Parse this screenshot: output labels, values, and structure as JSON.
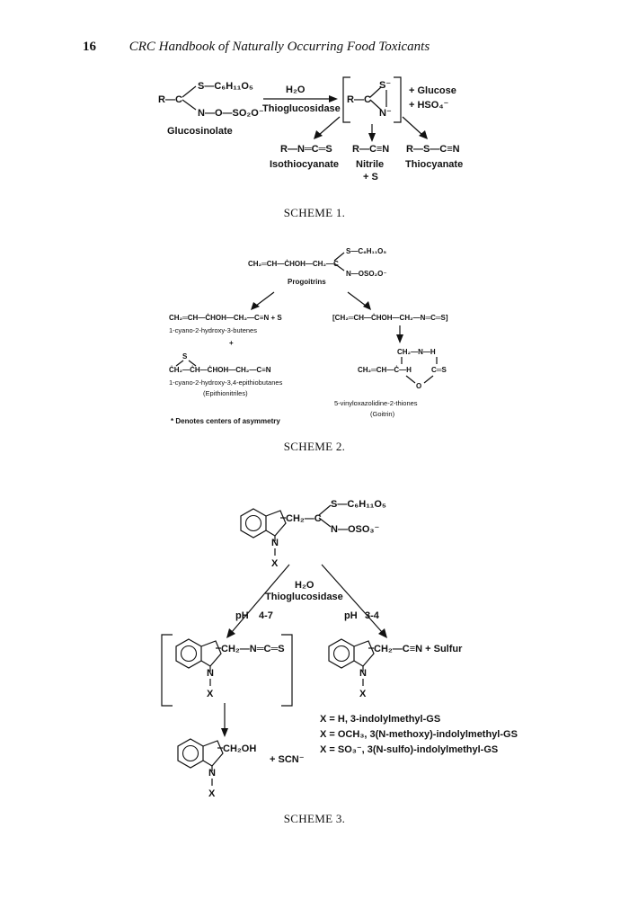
{
  "page": {
    "number": "16",
    "running_title": "CRC Handbook of Naturally Occurring Food Toxicants"
  },
  "scheme1": {
    "caption": "SCHEME 1.",
    "r_c": "R—C",
    "s_sugar": "S—C₆H₁₁O₅",
    "n_oso": "N—O—SO₂O⁻",
    "glucosinolate": "Glucosinolate",
    "water": "H₂O",
    "enzyme": "Thioglucosidase",
    "inter_r": "R—C",
    "inter_s": "S⁻",
    "inter_n": "N⁻",
    "plus_glucose": "+ Glucose",
    "plus_hso4": "+ HSO₄⁻",
    "isothiocyanate_formula": "R—N═C═S",
    "nitrile_formula": "R—C≡N",
    "thiocyanate_formula": "R—S—C≡N",
    "isothiocyanate": "Isothiocyanate",
    "nitrile": "Nitrile",
    "plus_s": "+ S",
    "thiocyanate": "Thiocyanate"
  },
  "scheme2": {
    "caption": "SCHEME 2.",
    "top_chain": "CH₂═CH—ĊHOH—CH₂—C",
    "top_s": "S—C₆H₁₁O₅",
    "top_n": "N—OSO₂O⁻",
    "progoitrins": "Progoitrins",
    "left_chain": "CH₂═CH—ĊHOH—CH₂—C≡N + S",
    "left_name": "1-cyano-2-hydroxy-3-butenes",
    "plus": "+",
    "epi_s": "S",
    "epi_chain": "ĊH₂—ĊH—ĊHOH—CH₂—C≡N",
    "epi_name1": "1-cyano-2-hydroxy-3,4-epithiobutanes",
    "epi_name2": "(Epithionitriles)",
    "right_chain": "[CH₂═CH—ĊHOH—CH₂—N═C═S]",
    "ring_top": "CH₂—N—H",
    "ring_mid_left": "CH₂═CH—Ċ—H",
    "ring_mid_right": "C═S",
    "ring_o": "O",
    "right_name1": "5-vinyloxazolidine-2-thiones",
    "right_name2": "(Goitrin)",
    "footnote": "* Denotes centers of asymmetry"
  },
  "scheme3": {
    "caption": "SCHEME 3.",
    "top_ch2c": "CH₂—C",
    "top_s": "S—C₆H₁₁O₅",
    "top_n": "N—OSO₃⁻",
    "n": "N",
    "x": "X",
    "water": "H₂O",
    "enzyme": "Thioglucosidase",
    "ph_left_label": "pH",
    "ph_left_value": "4-7",
    "ph_right_label": "pH",
    "ph_right_value": "3-4",
    "left_sub": "CH₂—N═C═S",
    "right_sub": "CH₂—C≡N + Sulfur",
    "bottom_sub": "CH₂OH",
    "scn": "+ SCN⁻",
    "legend": [
      "X = H, 3-indolylmethyl-GS",
      "X = OCH₃, 3(N-methoxy)-indolylmethyl-GS",
      "X = SO₃⁻, 3(N-sulfo)-indolylmethyl-GS"
    ]
  }
}
